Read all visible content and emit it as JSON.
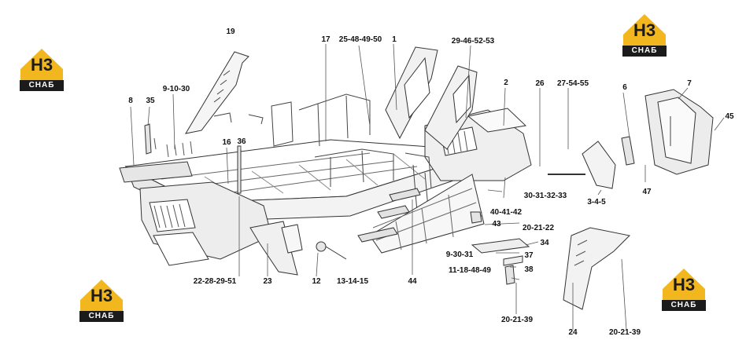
{
  "brand": {
    "monogram": "H3",
    "wordmark": "CHAБ",
    "gold": "#F2B71E",
    "dark": "#1B1B1B"
  },
  "labels": {
    "l19": "19",
    "l17": "17",
    "l25": "25-48-49-50",
    "l1": "1",
    "l29": "29-46-52-53",
    "l2": "2",
    "l26": "26",
    "l27": "27-54-55",
    "l6": "6",
    "l7": "7",
    "l45": "45",
    "l8": "8",
    "l35": "35",
    "l9": "9-10-30",
    "l16": "16",
    "l36": "36",
    "l47": "47",
    "l3": "3-4-5",
    "l30": "30-31-32-33",
    "l40": "40-41-42",
    "l43": "43",
    "l20a": "20-21-22",
    "l34": "34",
    "l9b": "9-30-31",
    "l37": "37",
    "l11": "11-18-48-49",
    "l38": "38",
    "l22": "22-28-29-51",
    "l23": "23",
    "l12": "12",
    "l13": "13-14-15",
    "l44": "44",
    "l20b": "20-21-39",
    "l24": "24",
    "l20c": "20-21-39"
  }
}
